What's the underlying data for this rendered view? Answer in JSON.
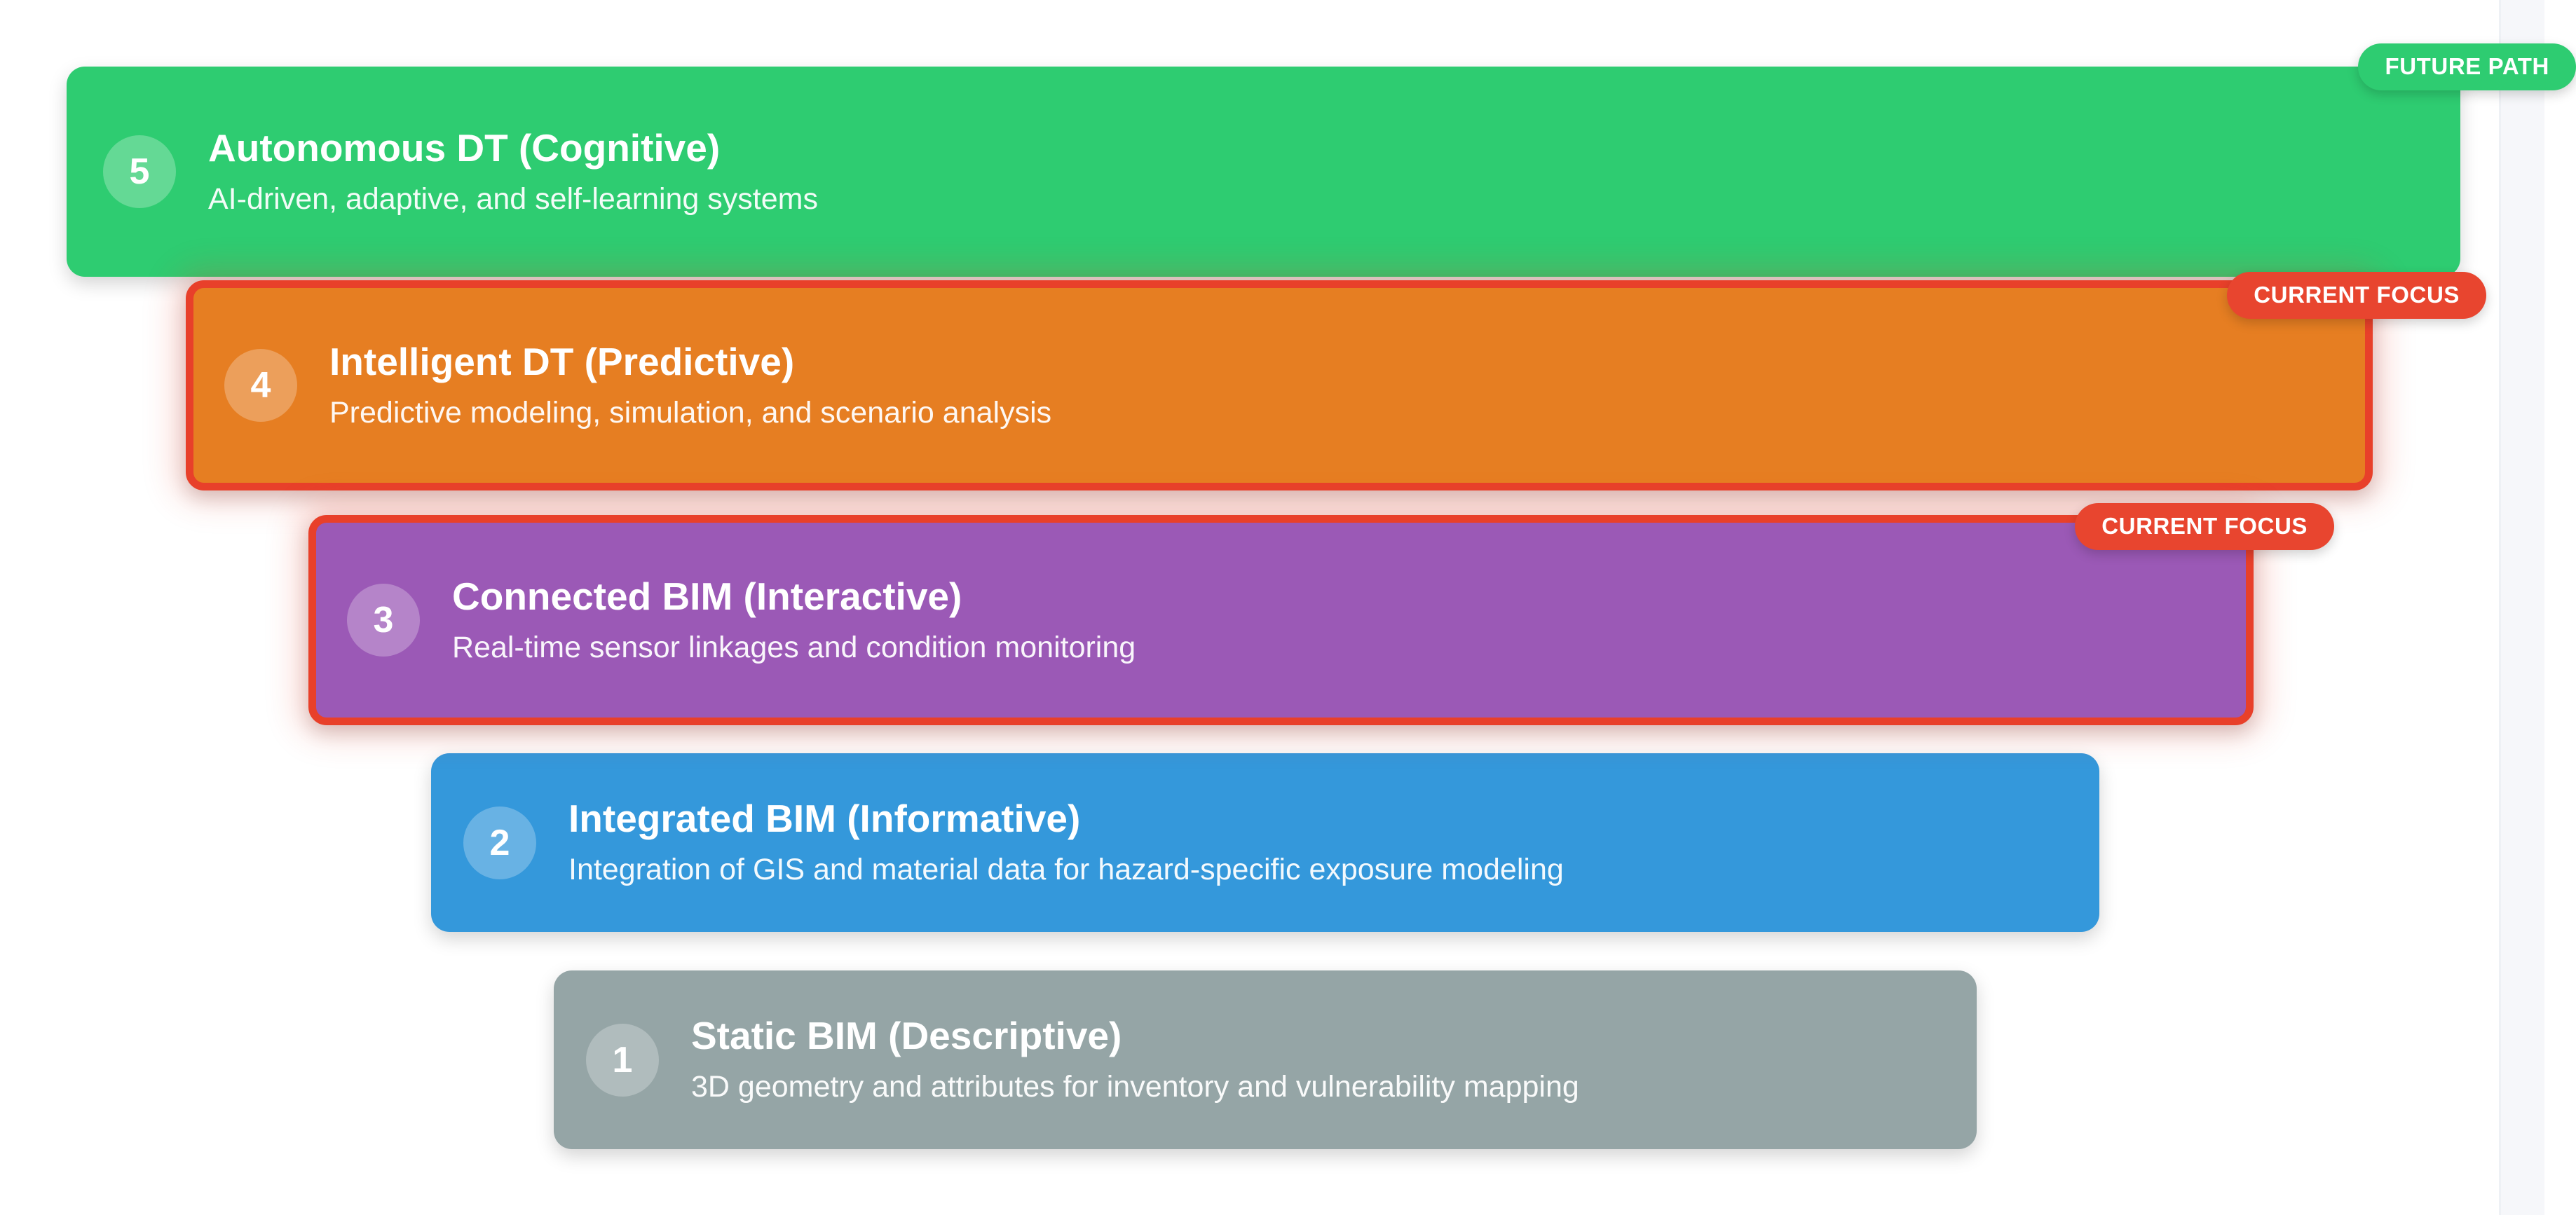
{
  "diagram": {
    "type": "maturity-staircase",
    "direction": "descending",
    "accent_colors": {
      "level5": "#2ecc71",
      "level4": "#e67e22",
      "level3": "#9b59b6",
      "level2": "#3498db",
      "level1": "#95a5a6",
      "focus_highlight": "#e8402a",
      "future_badge": "#2ecc71",
      "current_badge": "#e8452f"
    },
    "levels": [
      {
        "number": "5",
        "title": "Autonomous DT (Cognitive)",
        "subtitle": "AI-driven, adaptive, and self-learning systems",
        "badge": "FUTURE PATH",
        "badge_type": "future",
        "highlighted": false,
        "color": "#2ecc71"
      },
      {
        "number": "4",
        "title": "Intelligent DT (Predictive)",
        "subtitle": "Predictive modeling, simulation, and scenario analysis",
        "badge": "CURRENT FOCUS",
        "badge_type": "current",
        "highlighted": true,
        "color": "#e67e22"
      },
      {
        "number": "3",
        "title": "Connected BIM (Interactive)",
        "subtitle": "Real-time sensor linkages and condition monitoring",
        "badge": "CURRENT FOCUS",
        "badge_type": "current",
        "highlighted": true,
        "color": "#9b59b6"
      },
      {
        "number": "2",
        "title": "Integrated BIM (Informative)",
        "subtitle": "Integration of GIS and material data for hazard-specific exposure modeling",
        "badge": null,
        "badge_type": null,
        "highlighted": false,
        "color": "#3498db"
      },
      {
        "number": "1",
        "title": "Static BIM (Descriptive)",
        "subtitle": "3D geometry and attributes for inventory and vulnerability mapping",
        "badge": null,
        "badge_type": null,
        "highlighted": false,
        "color": "#95a5a6"
      }
    ]
  }
}
